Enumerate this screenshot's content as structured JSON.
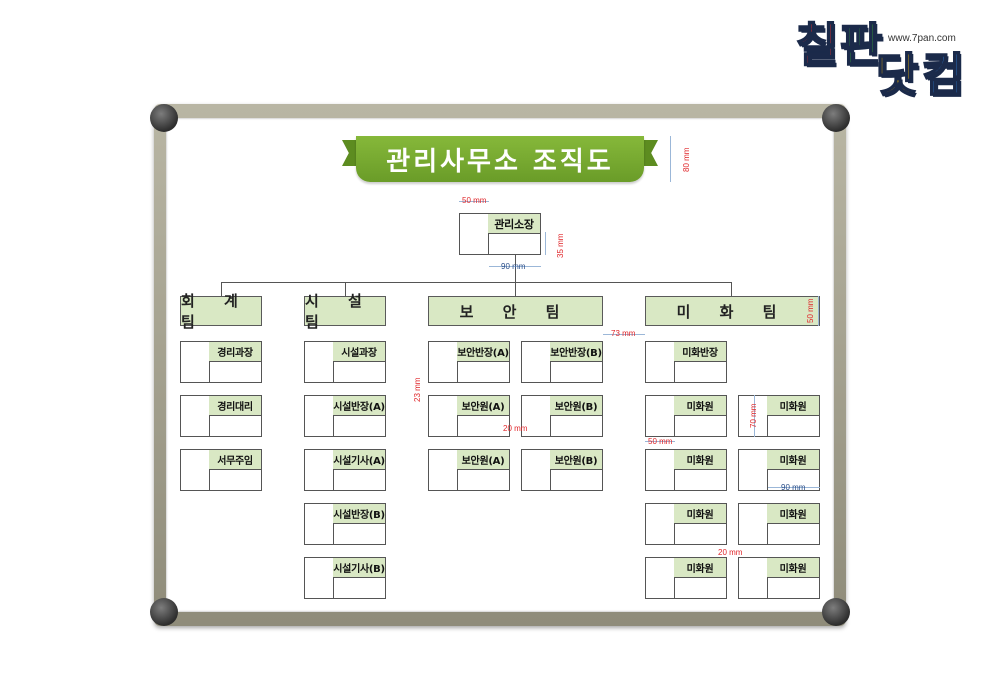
{
  "brand": {
    "chars": [
      {
        "text": "칠",
        "color": "#e8302e"
      },
      {
        "text": "판",
        "color": "#3aa53a"
      },
      {
        "text": "닷",
        "color": "#f5b800"
      },
      {
        "text": "컴",
        "color": "#2e7fd6"
      }
    ],
    "url": "www.7pan.com"
  },
  "board": {
    "title": "관리사무소 조직도",
    "head": "관리소장",
    "teams": [
      "회 계 팀",
      "시 설 팀",
      "보 안 팀",
      "미 화 팀"
    ],
    "accounting": [
      "경리과장",
      "경리대리",
      "서무주임"
    ],
    "facilities": [
      "시설과장",
      "시설반장(A)",
      "시설기사(A)",
      "시설반장(B)",
      "시설기사(B)"
    ],
    "security": {
      "col_a": [
        "보안반장(A)",
        "보안원(A)",
        "보안원(A)"
      ],
      "col_b": [
        "보안반장(B)",
        "보안원(B)",
        "보안원(B)"
      ]
    },
    "cleaning": {
      "leader": "미화반장",
      "col_a": [
        "미화원",
        "미화원",
        "미화원",
        "미화원"
      ],
      "col_b": [
        "미화원",
        "미화원",
        "미화원",
        "미화원"
      ]
    }
  },
  "dimensions": {
    "title_height": "80 mm",
    "head_offset": "50 mm",
    "head_height": "35 mm",
    "head_width": "90 mm",
    "team_height": "50 mm",
    "team_gap": "73 mm",
    "row_gap": "23 mm",
    "col_gap": "20 mm",
    "left_offset": "50 mm",
    "card_height": "70 mm",
    "card_width": "90 mm",
    "bottom_gap": "20 mm"
  },
  "colors": {
    "ribbon": "#6a9c28",
    "header_fill": "#d9e8c4",
    "frame": "#a5a291",
    "dimension": "#e0262a"
  }
}
